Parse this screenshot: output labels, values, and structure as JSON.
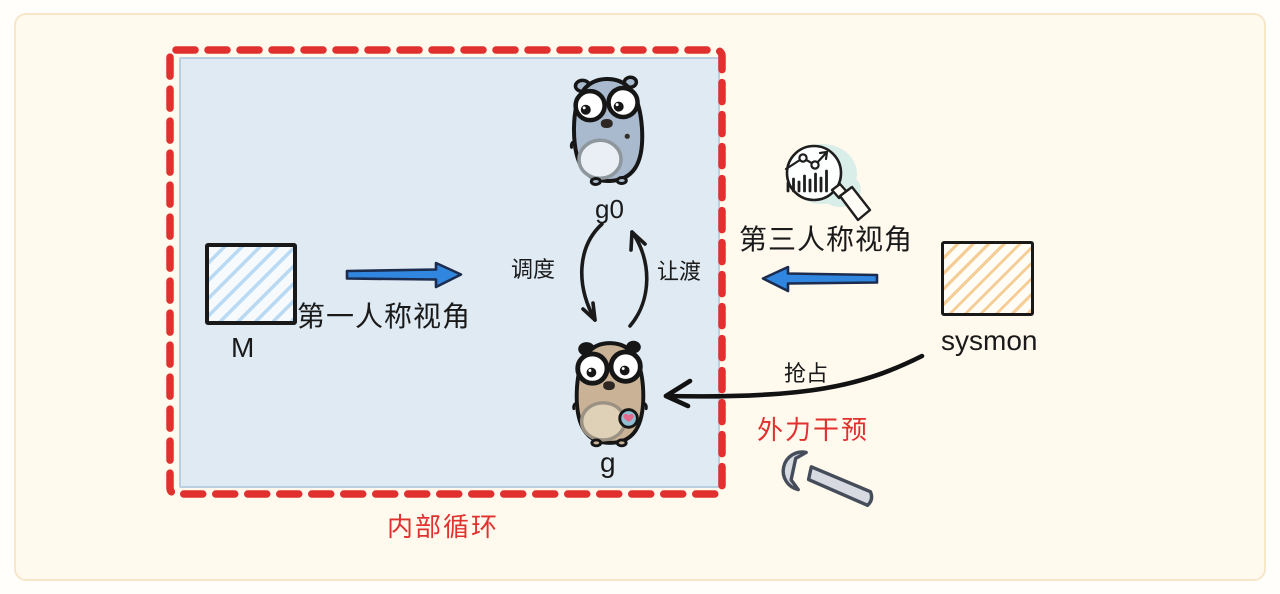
{
  "palette": {
    "page_bg": "#fffefb",
    "panel_bg": "#fff9ee",
    "panel_border": "#f8e6cb",
    "loop_box_bg": "#dfeaf3",
    "loop_box_border": "#b9d0e2",
    "dashed_border_red": "#e0312f",
    "text_dark": "#1a1a1a",
    "text_red": "#e0312f",
    "arrow_blue": "#3186e0",
    "arrow_blue_outline": "#1c2c4e",
    "hatch_blue": "#badaf4",
    "hatch_orange": "#f7cd97",
    "gopher_g0_body": "#a9bace",
    "gopher_g_body": "#c9b295",
    "wrench_gray": "#d7dbe1"
  },
  "inner_loop": {
    "caption": "内部循环",
    "m_label": "M",
    "first_person_label": "第一人称视角",
    "g0_label": "g0",
    "g_label": "g",
    "schedule_label": "调度",
    "yield_label": "让渡"
  },
  "observer": {
    "third_person_label": "第三人称视角",
    "sysmon_label": "sysmon",
    "preempt_label": "抢占",
    "external_label": "外力干预"
  },
  "icons": {
    "g0": "gopher-icon",
    "g": "gopher-icon",
    "observer": "magnifier-chart-icon",
    "external_force": "wrench-icon"
  }
}
